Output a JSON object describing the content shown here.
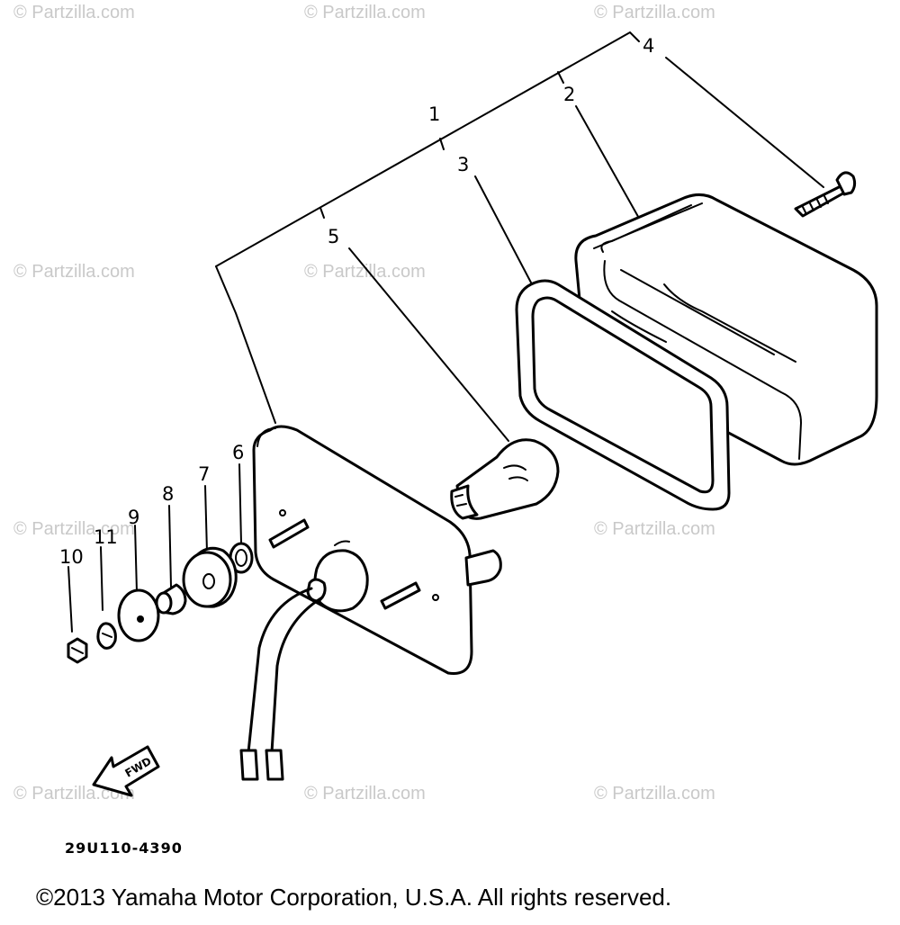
{
  "diagram": {
    "watermark_text": "© Partzilla.com",
    "callouts": {
      "c1": "1",
      "c2": "2",
      "c3": "3",
      "c4": "4",
      "c5": "5",
      "c6": "6",
      "c7": "7",
      "c8": "8",
      "c9": "9",
      "c10": "10",
      "c11": "11"
    },
    "arrow_label": "FWD",
    "part_code": "29U110-4390",
    "copyright": "©2013 Yamaha Motor Corporation, U.S.A. All rights reserved."
  }
}
